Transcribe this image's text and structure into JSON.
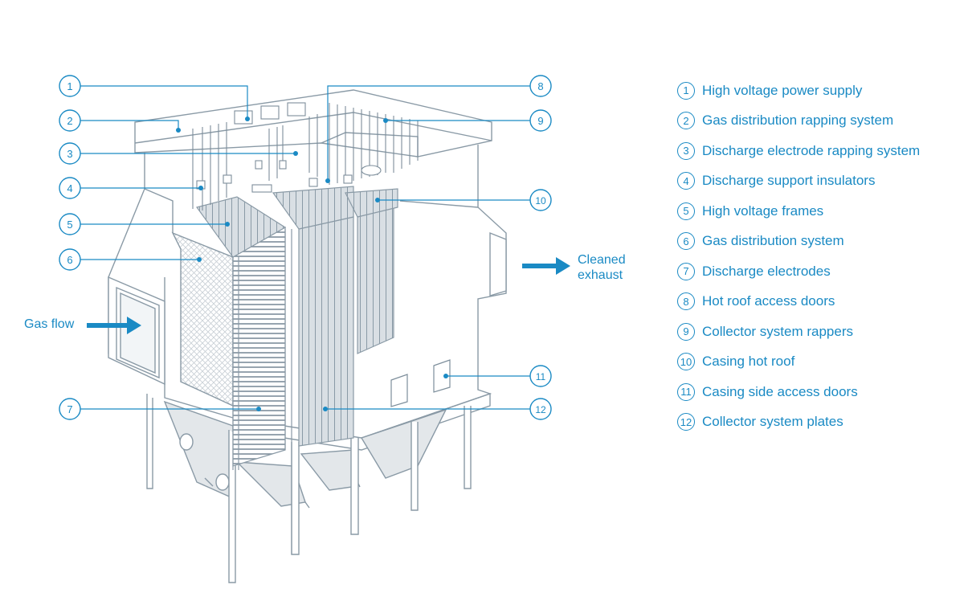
{
  "colors": {
    "accent": "#1a8ac4",
    "structure_line": "#8a9aa6",
    "plates_fill": "#d7dde2",
    "hopper_fill": "#e3e7ea",
    "mesh": "#c8cfd5"
  },
  "flow": {
    "inlet_label": "Gas flow",
    "outlet_label_line1": "Cleaned",
    "outlet_label_line2": "exhaust"
  },
  "callouts": [
    {
      "num": "1",
      "label": "High voltage power supply"
    },
    {
      "num": "2",
      "label": "Gas distribution rapping system"
    },
    {
      "num": "3",
      "label": "Discharge electrode rapping system"
    },
    {
      "num": "4",
      "label": "Discharge support insulators"
    },
    {
      "num": "5",
      "label": "High voltage frames"
    },
    {
      "num": "6",
      "label": "Gas distribution system"
    },
    {
      "num": "7",
      "label": "Discharge electrodes"
    },
    {
      "num": "8",
      "label": "Hot roof access doors"
    },
    {
      "num": "9",
      "label": "Collector system rappers"
    },
    {
      "num": "10",
      "label": "Casing hot roof"
    },
    {
      "num": "11",
      "label": "Casing side access doors"
    },
    {
      "num": "12",
      "label": "Collector system plates"
    }
  ]
}
